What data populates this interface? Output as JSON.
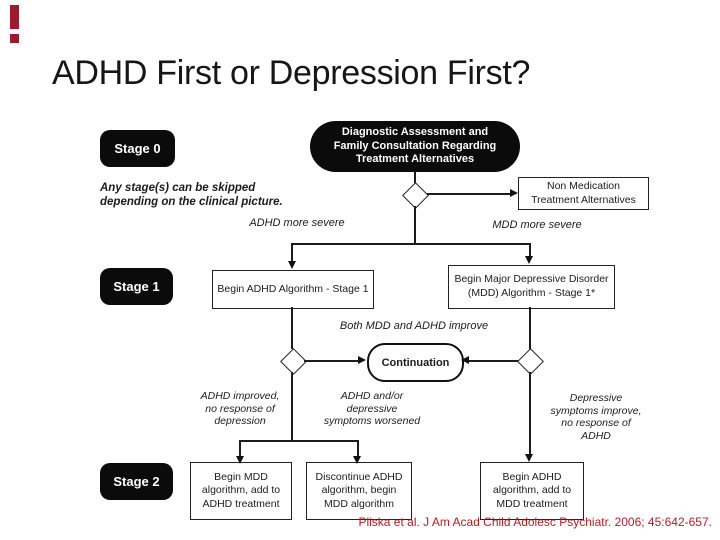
{
  "slide": {
    "title": "ADHD First or Depression First?",
    "citation": "Pliska et al. J Am Acad Child Adolesc Psychiatr. 2006; 45:642-657.",
    "accent_color": "#9e1b2e",
    "citation_color": "#b01e28"
  },
  "flowchart": {
    "note": "Any stage(s) can be skipped\ndepending on the clinical picture.",
    "stage_labels": [
      "Stage 0",
      "Stage 1",
      "Stage 2"
    ],
    "nodes": {
      "assessment": "Diagnostic Assessment and\nFamily Consultation Regarding\nTreatment Alternatives",
      "non_medication": "Non Medication\nTreatment Alternatives",
      "begin_adhd": "Begin ADHD Algorithm - Stage 1",
      "begin_mdd": "Begin Major Depressive Disorder\n(MDD) Algorithm - Stage 1*",
      "continuation": "Continuation",
      "begin_mdd_add": "Begin MDD\nalgorithm, add to\nADHD treatment",
      "discontinue_adhd": "Discontinue ADHD\nalgorithm, begin\nMDD algorithm",
      "begin_adhd_add": "Begin ADHD\nalgorithm, add to\nMDD treatment"
    },
    "branch_labels": {
      "adhd_more_severe": "ADHD more severe",
      "mdd_more_severe": "MDD more severe",
      "both_improve": "Both MDD and ADHD improve",
      "adhd_improved": "ADHD improved,\nno response of\ndepression",
      "symptoms_worsened": "ADHD and/or\ndepressive\nsymptoms worsened",
      "depressive_improve": "Depressive\nsymptoms improve,\nno response of\nADHD"
    }
  }
}
